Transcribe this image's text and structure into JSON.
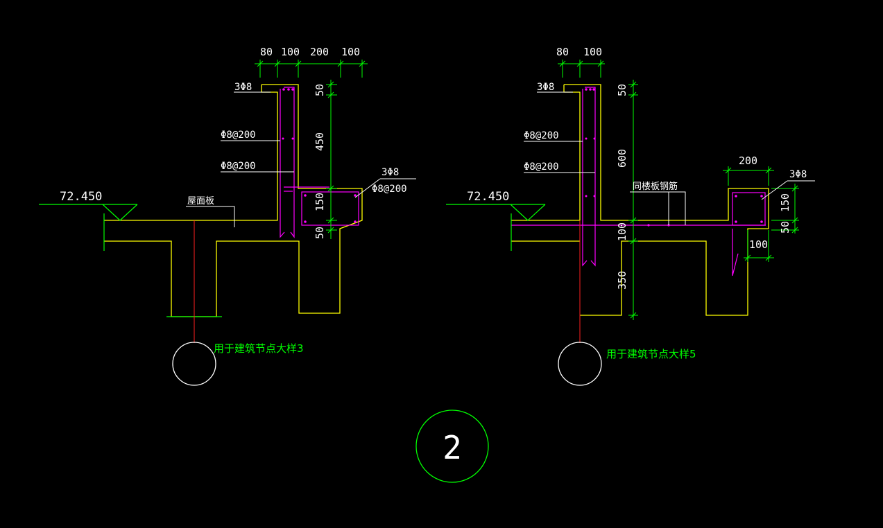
{
  "colors": {
    "background": "#000000",
    "concrete_outline": "#ffff00",
    "rebar": "#ff00ff",
    "dimension": "#00ff00",
    "leader": "#ffffff",
    "axis": "#ff0000"
  },
  "detail_left": {
    "dims_top": [
      "80",
      "100",
      "200",
      "100"
    ],
    "dims_right": [
      "50",
      "450",
      "150",
      "50"
    ],
    "labels": {
      "top_bars": "3Φ8",
      "stirrup_1": "Φ8@200",
      "stirrup_2": "Φ8@200",
      "beam_bars": "3Φ8",
      "beam_stirrup": "Φ8@200",
      "roof_slab": "屋面板"
    },
    "elevation": "72.450",
    "caption": "用于建筑节点大样3"
  },
  "detail_right": {
    "dims_top": [
      "80",
      "100"
    ],
    "dims_right": [
      "50",
      "600",
      "100",
      "350"
    ],
    "dim_beam_top": "200",
    "dims_beam_right": [
      "150",
      "50"
    ],
    "dim_beam_bottom": "100",
    "labels": {
      "top_bars": "3Φ8",
      "stirrup_1": "Φ8@200",
      "stirrup_2": "Φ8@200",
      "slab_rebar": "同楼板钢筋",
      "beam_bars": "3Φ8"
    },
    "elevation": "72.450",
    "caption": "用于建筑节点大样5"
  },
  "section_number": "2"
}
